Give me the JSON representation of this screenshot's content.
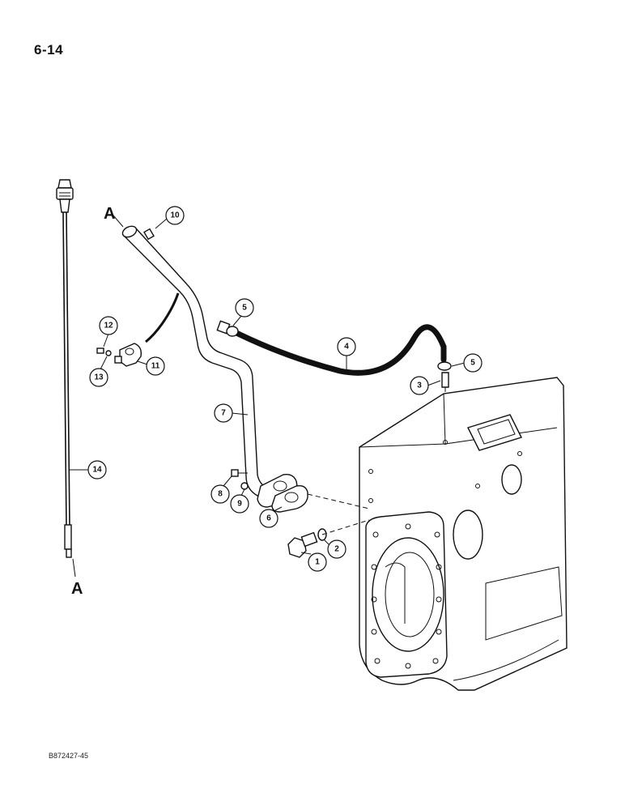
{
  "page": {
    "number": "6-14",
    "figure_id": "B872427-45"
  },
  "reference_letters": {
    "top": "A",
    "bottom": "A"
  },
  "callouts": [
    "1",
    "2",
    "3",
    "4",
    "5",
    "5",
    "7",
    "6",
    "8",
    "9",
    "10",
    "11",
    "12",
    "13",
    "14"
  ]
}
